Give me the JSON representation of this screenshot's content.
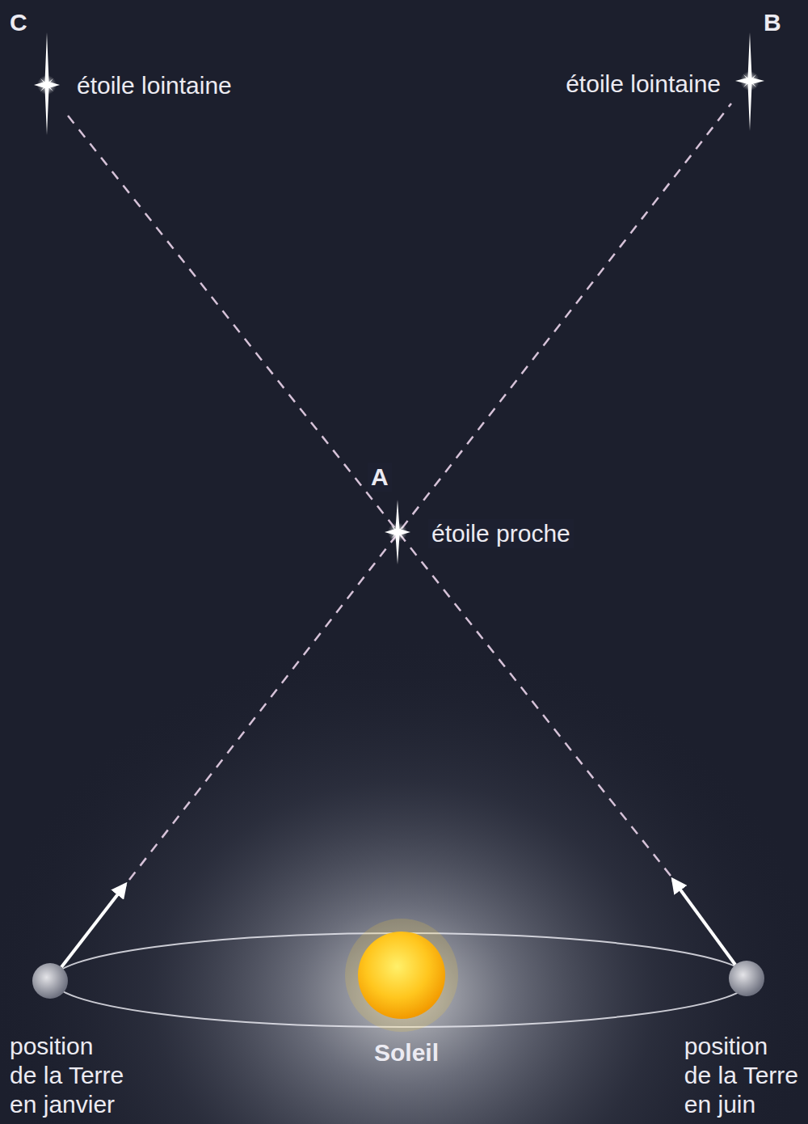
{
  "diagram": {
    "labels": [
      "C",
      "étoile lointaine",
      "B",
      "étoile lointaine",
      "A",
      "étoile proche",
      "position de la Terre en janvier",
      "Soleil",
      "position de la Terre en juin"
    ]
  }
}
